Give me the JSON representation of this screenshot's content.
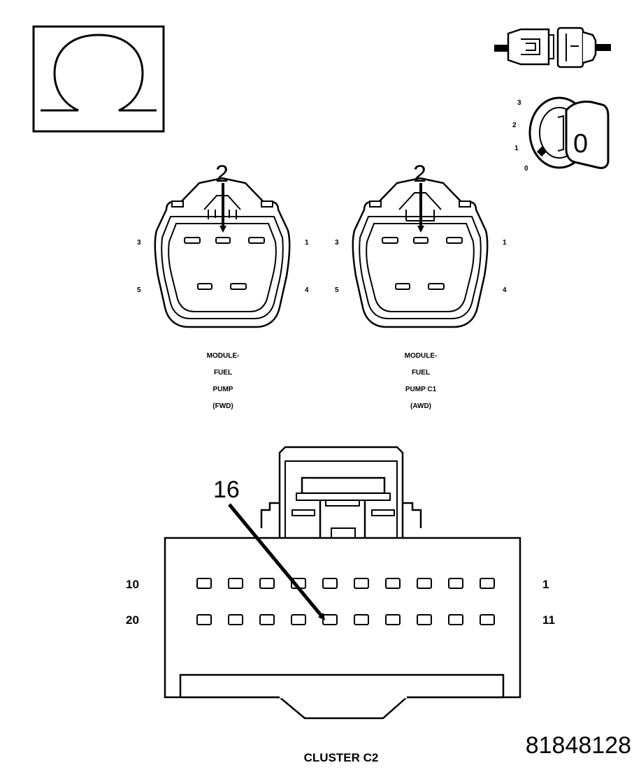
{
  "ohm_icon": {
    "name": "ohmmeter-icon",
    "symbol": "Ω"
  },
  "disconnect_icon": {
    "name": "connector-disconnect-icon"
  },
  "ignition_icon": {
    "name": "ignition-key-icon",
    "positions": [
      "3",
      "2",
      "1",
      "0"
    ],
    "key_label": "0"
  },
  "fuel_pump_fwd": {
    "callout": "2",
    "pins": {
      "p3": "3",
      "p1": "1",
      "p5": "5",
      "p4": "4"
    },
    "caption": [
      "MODULE-",
      "FUEL",
      "PUMP",
      "(FWD)"
    ]
  },
  "fuel_pump_awd": {
    "callout": "2",
    "pins": {
      "p3": "3",
      "p1": "1",
      "p5": "5",
      "p4": "4"
    },
    "caption": [
      "MODULE-",
      "FUEL",
      "PUMP C1",
      "(AWD)"
    ]
  },
  "cluster_c2": {
    "callout": "16",
    "row_labels": {
      "top_left": "10",
      "top_right": "1",
      "bottom_left": "20",
      "bottom_right": "11"
    },
    "caption": "CLUSTER C2"
  },
  "figure_id": "81848128"
}
